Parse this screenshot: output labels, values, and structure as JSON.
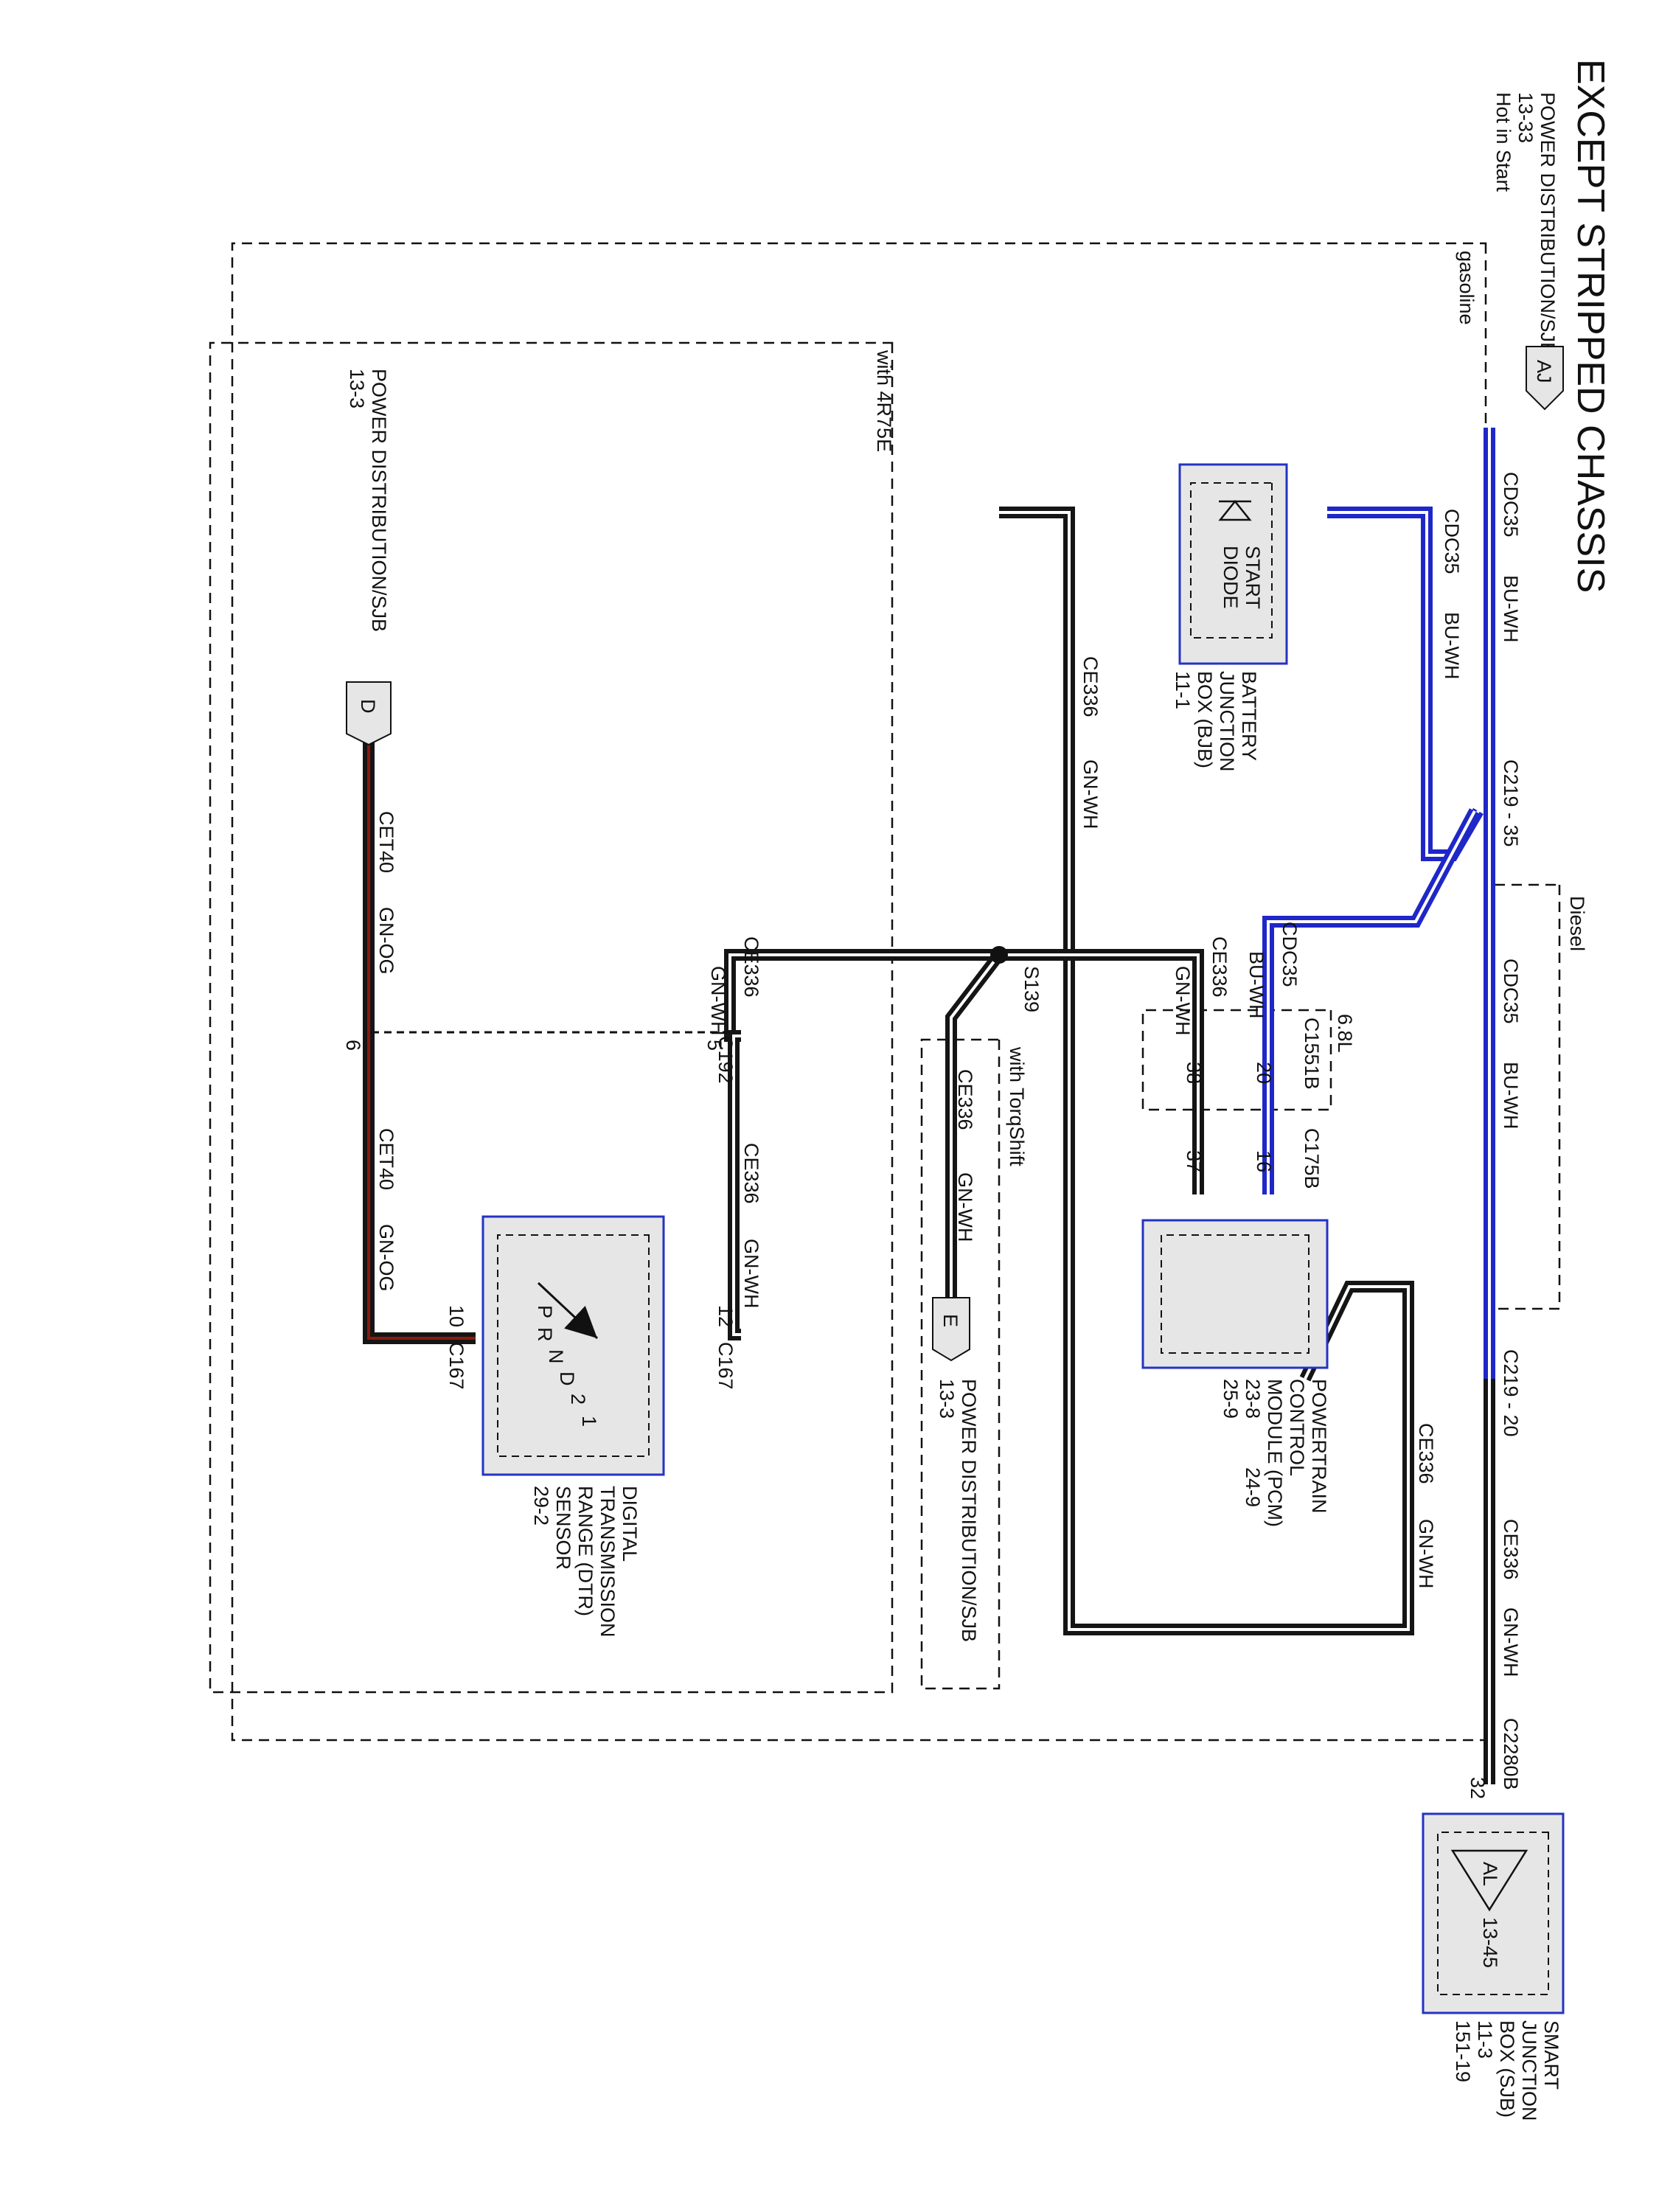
{
  "title": "EXCEPT STRIPPED CHASSIS",
  "colors": {
    "blue_wire": "#1f27c8",
    "black_wire": "#151515",
    "red_wire": "#8a1a10",
    "module_fill": "#e6e6e6",
    "module_border": "#2433c4"
  },
  "top_source": {
    "label_line1": "POWER DISTRIBUTION/SJB",
    "label_line2": "13-33",
    "label_line3": "Hot in Start",
    "connector": "AJ"
  },
  "gasoline_label": "gasoline",
  "diesel_label": "Diesel",
  "with_4r75e_label": "with 4R75E",
  "torqshift_label": "with TorqShift",
  "six_eight_label": "6.8L",
  "wires": {
    "cdc35_top_circuit": "CDC35",
    "cdc35_top_color": "BU-WH",
    "cdc35_upper_circuit": "CDC35",
    "cdc35_upper_color": "BU-WH",
    "cdc35_pcm_circuit": "CDC35",
    "cdc35_pcm_color": "BU-WH",
    "cdc35_diesel_circuit": "CDC35",
    "cdc35_diesel_color": "BU-WH",
    "ce336_vert_circuit": "CE336",
    "ce336_vert_color": "GN-WH",
    "ce336_left_circuit": "CE336",
    "ce336_left_color": "GN-WH",
    "ce336_right_circuit": "CE336",
    "ce336_right_color": "GN-WH",
    "ce336_torq_circuit": "CE336",
    "ce336_torq_color": "GN-WH",
    "ce336_dtr_circuit": "CE336",
    "ce336_dtr_color": "GN-WH",
    "ce336_loop_circuit": "CE336",
    "ce336_loop_color": "GN-WH",
    "ce336_bottom_circuit": "CE336",
    "ce336_bottom_color": "GN-WH",
    "cet40_top_circuit": "CET40",
    "cet40_top_color": "GN-OG",
    "cet40_bottom_circuit": "CET40",
    "cet40_bottom_color": "GN-OG"
  },
  "connectors": {
    "c219_35": "C219 - 35",
    "c219_20": "C219 - 20",
    "c2280b": "C2280B",
    "c2280b_pin": "32",
    "c1551b": "C1551B",
    "c1551b_pin_a": "20",
    "c1551b_pin_b": "38",
    "c175b": "C175B",
    "c175b_pin_a": "16",
    "c175b_pin_b": "37",
    "splice": "S139",
    "c192": "C192",
    "c192_pin": "5",
    "c192_pin_b": "6",
    "c167_a": "C167",
    "c167_a_pin": "12",
    "c167_b": "C167",
    "c167_b_pin": "10"
  },
  "bjb": {
    "diode_line1": "START",
    "diode_line2": "DIODE",
    "label_line1": "BATTERY",
    "label_line2": "JUNCTION",
    "label_line3": "BOX (BJB)",
    "label_line4": "11-1"
  },
  "pcm": {
    "label_line1": "POWERTRAIN",
    "label_line2": "CONTROL",
    "label_line3": "MODULE (PCM)",
    "label_line4": "23-8",
    "label_line4b": "24-9",
    "label_line5": "25-9"
  },
  "sjb": {
    "connector": "AL",
    "ref": "13-45",
    "label_line1": "SMART",
    "label_line2": "JUNCTION",
    "label_line3": "BOX (SJB)",
    "label_line4": "11-3",
    "label_line5": "151-19"
  },
  "dtr": {
    "positions": [
      "P",
      "R",
      "N",
      "D",
      "2",
      "1"
    ],
    "label_line1": "DIGITAL",
    "label_line2": "TRANSMISSION",
    "label_line3": "RANGE (DTR)",
    "label_line4": "SENSOR",
    "label_line5": "29-2"
  },
  "ref_d": {
    "connector": "D",
    "label_line1": "POWER DISTRIBUTION/SJB",
    "label_line2": "13-3"
  },
  "ref_e": {
    "connector": "E",
    "label_line1": "POWER DISTRIBUTION/SJB",
    "label_line2": "13-3"
  }
}
